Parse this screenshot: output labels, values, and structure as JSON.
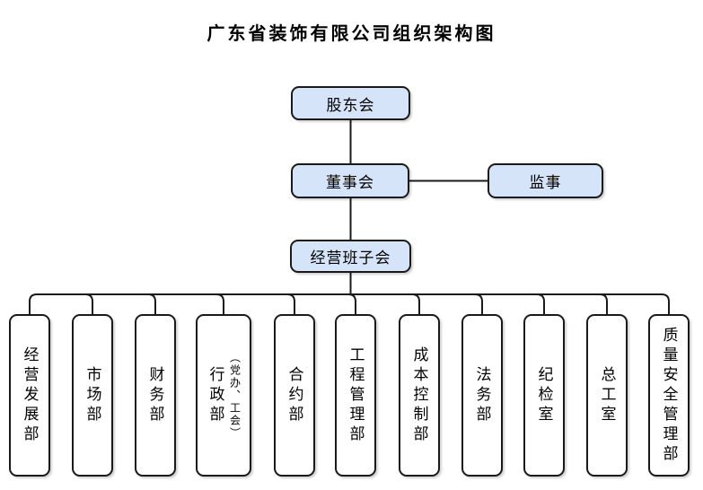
{
  "title": "广东省装饰有限公司组织架构图",
  "chart": {
    "type": "org-chart",
    "nodes": {
      "shareholders": {
        "label": "股东会"
      },
      "board": {
        "label": "董事会"
      },
      "supervisor": {
        "label": "监事"
      },
      "management": {
        "label": "经营班子会"
      }
    },
    "departments": [
      {
        "label": "经营发展部"
      },
      {
        "label": "市场部"
      },
      {
        "label": "财务部"
      },
      {
        "label": "行政部",
        "annotation": "（党办、工会）"
      },
      {
        "label": "合约部"
      },
      {
        "label": "工程管理部"
      },
      {
        "label": "成本控制部"
      },
      {
        "label": "法务部"
      },
      {
        "label": "纪检室"
      },
      {
        "label": "总工室"
      },
      {
        "label": "质量安全管理部"
      }
    ],
    "edges": [
      {
        "from": "股东会",
        "to": "董事会"
      },
      {
        "from": "董事会",
        "to": "监事"
      },
      {
        "from": "董事会",
        "to": "经营班子会"
      },
      {
        "from": "经营班子会",
        "to": "经营发展部"
      },
      {
        "from": "经营班子会",
        "to": "市场部"
      },
      {
        "from": "经营班子会",
        "to": "财务部"
      },
      {
        "from": "经营班子会",
        "to": "行政部"
      },
      {
        "from": "经营班子会",
        "to": "合约部"
      },
      {
        "from": "经营班子会",
        "to": "工程管理部"
      },
      {
        "from": "经营班子会",
        "to": "成本控制部"
      },
      {
        "from": "经营班子会",
        "to": "法务部"
      },
      {
        "from": "经营班子会",
        "to": "纪检室"
      },
      {
        "from": "经营班子会",
        "to": "总工室"
      },
      {
        "from": "经营班子会",
        "to": "质量安全管理部"
      }
    ],
    "colors": {
      "node_fill": "#d5e4f8",
      "dept_fill": "#ffffff",
      "border": "#1a1a1a",
      "line": "#1a1a1a",
      "background": "#ffffff"
    }
  }
}
